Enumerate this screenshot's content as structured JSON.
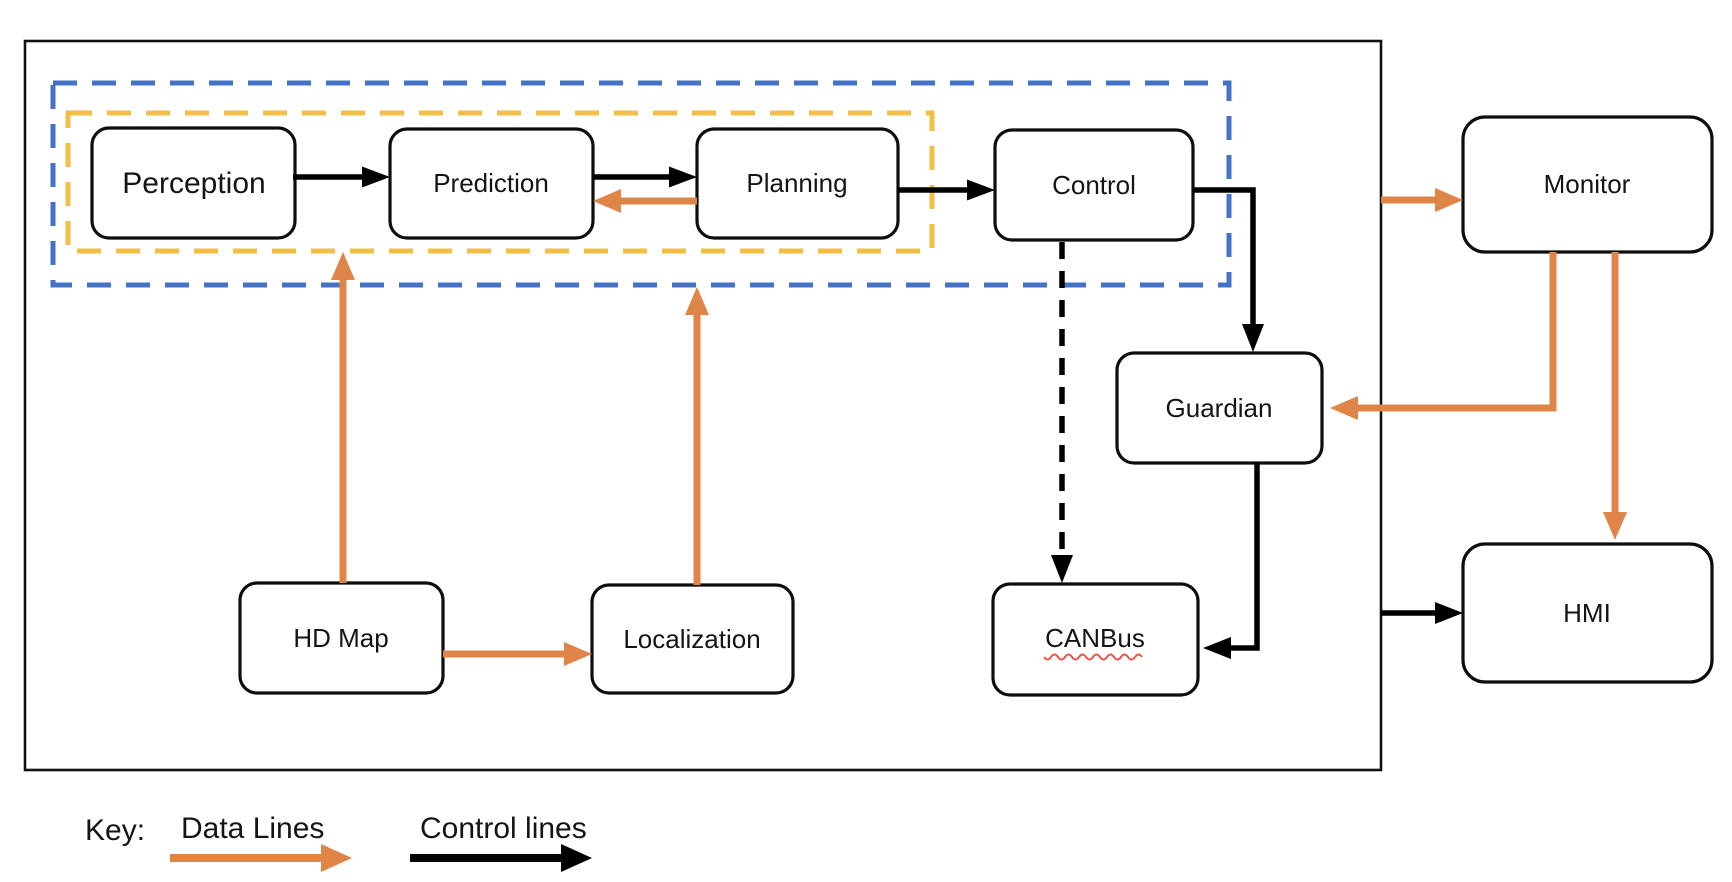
{
  "nodes": {
    "perception": {
      "label": "Perception"
    },
    "prediction": {
      "label": "Prediction"
    },
    "planning": {
      "label": "Planning"
    },
    "control": {
      "label": "Control"
    },
    "hd_map": {
      "label": "HD Map"
    },
    "localization": {
      "label": "Localization"
    },
    "canbus": {
      "label": "CANBus",
      "spellcheck_underline": true
    },
    "guardian": {
      "label": "Guardian"
    },
    "monitor": {
      "label": "Monitor"
    },
    "hmi": {
      "label": "HMI"
    }
  },
  "legend": {
    "key_label": "Key:",
    "data_lines_label": "Data Lines",
    "control_lines_label": "Control lines"
  },
  "colors": {
    "data_line_orange": "#DF8547",
    "control_line_black": "#000000",
    "software_stack_dashed_blue": "#4472C4",
    "planning_loop_dashed_yellow": "#F2BE45",
    "vehicle_boundary_black": "#111111",
    "spellcheck_underline_red": "#F04337"
  },
  "edges": [
    {
      "from": "Perception",
      "to": "Prediction",
      "type": "control",
      "style": "solid"
    },
    {
      "from": "Prediction",
      "to": "Planning",
      "type": "control",
      "style": "solid"
    },
    {
      "from": "Planning",
      "to": "Prediction",
      "type": "data",
      "style": "solid"
    },
    {
      "from": "Planning",
      "to": "Control",
      "type": "control",
      "style": "solid"
    },
    {
      "from": "Control",
      "to": "Guardian",
      "type": "control",
      "style": "solid"
    },
    {
      "from": "Control",
      "to": "CANBus",
      "type": "control",
      "style": "dashed"
    },
    {
      "from": "Guardian",
      "to": "CANBus",
      "type": "control",
      "style": "solid"
    },
    {
      "from": "HD Map",
      "to": "Localization",
      "type": "data",
      "style": "solid"
    },
    {
      "from": "HD Map",
      "to": "planning-subsystem-boundary",
      "type": "data",
      "style": "solid"
    },
    {
      "from": "Localization",
      "to": "software-stack-boundary",
      "type": "data",
      "style": "solid"
    },
    {
      "from": "vehicle-system-boundary",
      "to": "Monitor",
      "type": "data",
      "style": "solid"
    },
    {
      "from": "Monitor",
      "to": "Guardian",
      "type": "data",
      "style": "solid"
    },
    {
      "from": "Monitor",
      "to": "HMI",
      "type": "data",
      "style": "solid"
    },
    {
      "from": "vehicle-system-boundary",
      "to": "HMI",
      "type": "control",
      "style": "solid"
    }
  ]
}
